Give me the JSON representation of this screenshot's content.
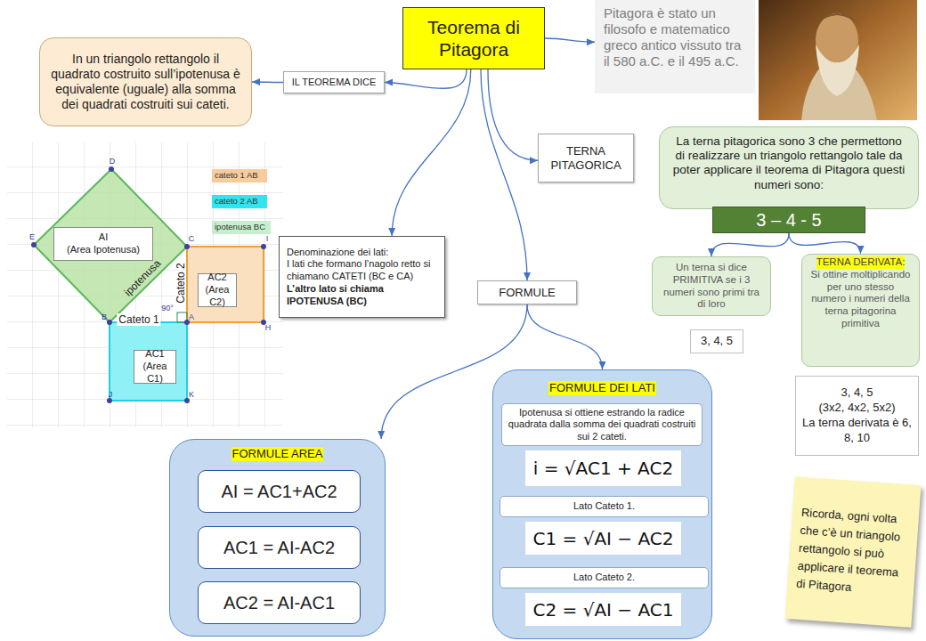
{
  "diagram": {
    "nodes": [
      {
        "text": [
          "Teorema di Pitagora"
        ]
      },
      {
        "text": [
          "Pitagora è stato un filosofo e matematico greco antico vissuto tra il 580 a.C. e il 495 a.C."
        ]
      },
      {
        "text": [
          "In un triangolo rettangolo il quadrato costruito sull’ipotenusa è equivalente (uguale) alla somma dei quadrati costruiti sui cateti."
        ]
      },
      {
        "text": [
          "IL TEOREMA DICE"
        ]
      },
      {
        "text": [
          "TERNA PITAGORICA"
        ]
      },
      {
        "text": [
          "La terna pitagorica sono 3 che permettono di realizzare un triangolo rettangolo tale da poter applicare il teorema di Pitagora questi numeri sono:"
        ]
      },
      {
        "text": [
          "3 – 4 - 5"
        ]
      },
      {
        "text": [
          "AI",
          "(Area Ipotenusa)"
        ]
      },
      {
        "text": [
          "Denominazione dei lati:",
          "I lati che formano l’nagolo retto si chiamano CATETI (BC e CA)",
          "L’altro lato si chiama IPOTENUSA (BC)"
        ]
      },
      {
        "text": [
          "AC2",
          "(Area C2)"
        ]
      },
      {
        "text": [
          "Un terna si dice PRIMITIVA se i 3 numeri sono primi tra di loro"
        ]
      },
      {
        "text": [
          "TERNA DERIVATA:",
          "Si ottine moltiplicando per uno stesso numero i numeri della terna pitagorina primitiva"
        ]
      },
      {
        "text": [
          "FORMULE"
        ]
      },
      {
        "text": [
          "3, 4, 5"
        ]
      },
      {
        "text": [
          "AC1",
          "(Area C1)"
        ]
      },
      {
        "text": [
          "3, 4, 5",
          "(3x2, 4x2, 5x2)",
          "La terna derivata è 6, 8, 10"
        ]
      },
      {
        "text": [
          "FORMULE DEI LATI"
        ]
      },
      {
        "text": [
          "Ipotenusa si ottiene estrando la radice quadrata dalla somma dei quadrati costruiti sui 2 cateti."
        ],
        "in": 16
      },
      {
        "text": [
          "i = √AC1 + AC2"
        ],
        "in": 16
      },
      {
        "text": [
          "FORMULE AREA"
        ]
      },
      {
        "text": [
          "AI = AC1+AC2"
        ],
        "in": 19
      },
      {
        "text": [
          "Ricorda, ogni volta che c’è un triangolo rettangolo si può applicare il teorema di Pitagora"
        ]
      },
      {
        "text": [
          "Lato Cateto 1."
        ],
        "in": 16
      },
      {
        "text": [
          "C1 = √AI − AC2"
        ],
        "in": 16
      },
      {
        "text": [
          "AC1 = AI-AC2"
        ],
        "in": 19
      },
      {
        "text": [
          "Lato Cateto 2."
        ],
        "in": 16
      },
      {
        "text": [
          "AC2 = AI-AC1"
        ],
        "in": 19
      },
      {
        "text": [
          "C2 = √AI − AC1"
        ],
        "in": 16
      }
    ],
    "edges": [
      {
        "from": 0,
        "to": 3,
        "arrow": "to"
      },
      {
        "from": 3,
        "to": 2,
        "arrow": "to"
      },
      {
        "from": 0,
        "to": 1,
        "arrow": "to"
      },
      {
        "from": 0,
        "to": 4,
        "arrow": "to"
      },
      {
        "from": 0,
        "to": 8,
        "arrow": "to"
      },
      {
        "from": 0,
        "to": 12,
        "arrow": "to"
      },
      {
        "from": 12,
        "to": 19,
        "arrow": "to"
      },
      {
        "from": 12,
        "to": 16,
        "arrow": "to"
      },
      {
        "from": 6,
        "to": 10,
        "arrow": "to"
      },
      {
        "from": 6,
        "to": 11,
        "arrow": "to"
      }
    ],
    "labels": [
      "D",
      "E",
      "C",
      "I",
      "B",
      "A",
      "H",
      "J",
      "K",
      "90°",
      "ipotenusa",
      "Cateto 2",
      "Cateto 1"
    ],
    "legend": [
      {
        "text": "cateto 1 AB",
        "color": "#f8cb9c"
      },
      {
        "text": "cateto 2 AB",
        "color": "#33e3ef"
      },
      {
        "text": "ipotenusa BC",
        "color": "#c6efce"
      }
    ]
  }
}
